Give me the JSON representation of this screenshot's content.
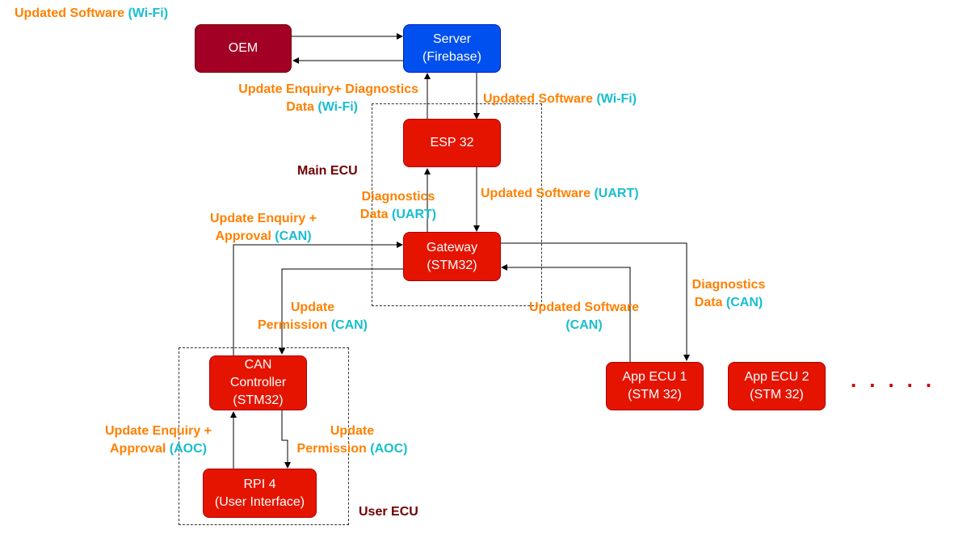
{
  "groups": {
    "main_ecu": "Main ECU",
    "user_ecu": "User ECU"
  },
  "nodes": {
    "oem": "OEM",
    "server": {
      "line1": "Server",
      "line2": "(Firebase)"
    },
    "esp32": "ESP 32",
    "gateway": {
      "line1": "Gateway",
      "line2": "(STM32)"
    },
    "can_controller": {
      "line1": "CAN",
      "line2": "Controller",
      "line3": "(STM32)"
    },
    "rpi4": {
      "line1": "RPI 4",
      "line2": "(User Interface)"
    },
    "app_ecu1": {
      "line1": "App ECU 1",
      "line2": "(STM 32)"
    },
    "app_ecu2": {
      "line1": "App ECU 2",
      "line2": "(STM 32)"
    },
    "more": "....."
  },
  "labels": {
    "oem_sw": {
      "text": "Updated Software ",
      "medium": "(Wi-Fi)"
    },
    "server_esp_sw": {
      "text": "Updated Software ",
      "medium": "(Wi-Fi)"
    },
    "update_enquiry_diag": {
      "line1": "Update Enquiry+ Diagnostics",
      "line2": "Data ",
      "medium": "(Wi-Fi)"
    },
    "esp_diag": {
      "line1": "Diagnostics",
      "line2": "Data ",
      "medium": "(UART)"
    },
    "esp_gw_sw": {
      "text": "Updated Software ",
      "medium": "(UART)"
    },
    "can_enquiry": {
      "line1": "Update Enquiry +",
      "line2": "Approval ",
      "medium": "(CAN)"
    },
    "gw_permission": {
      "line1": "Update",
      "line2": "Permission ",
      "medium": "(CAN)"
    },
    "app_sw": {
      "line1": "Updated Software",
      "medium": "(CAN)"
    },
    "app_diag": {
      "line1": "Diagnostics",
      "line2": "Data ",
      "medium": "(CAN)"
    },
    "rpi_enquiry": {
      "line1": "Update Enquiry +",
      "line2": "Approval ",
      "medium": "(AOC)"
    },
    "rpi_permission": {
      "line1": "Update",
      "line2": "Permission ",
      "medium": "(AOC)"
    }
  },
  "colors": {
    "ecu_fill": "#e51400",
    "oem_fill": "#a20025",
    "server_fill": "#0050ef",
    "label_orange": "#ff8000",
    "medium_cyan": "#17becf",
    "group_label": "#6f0000"
  }
}
